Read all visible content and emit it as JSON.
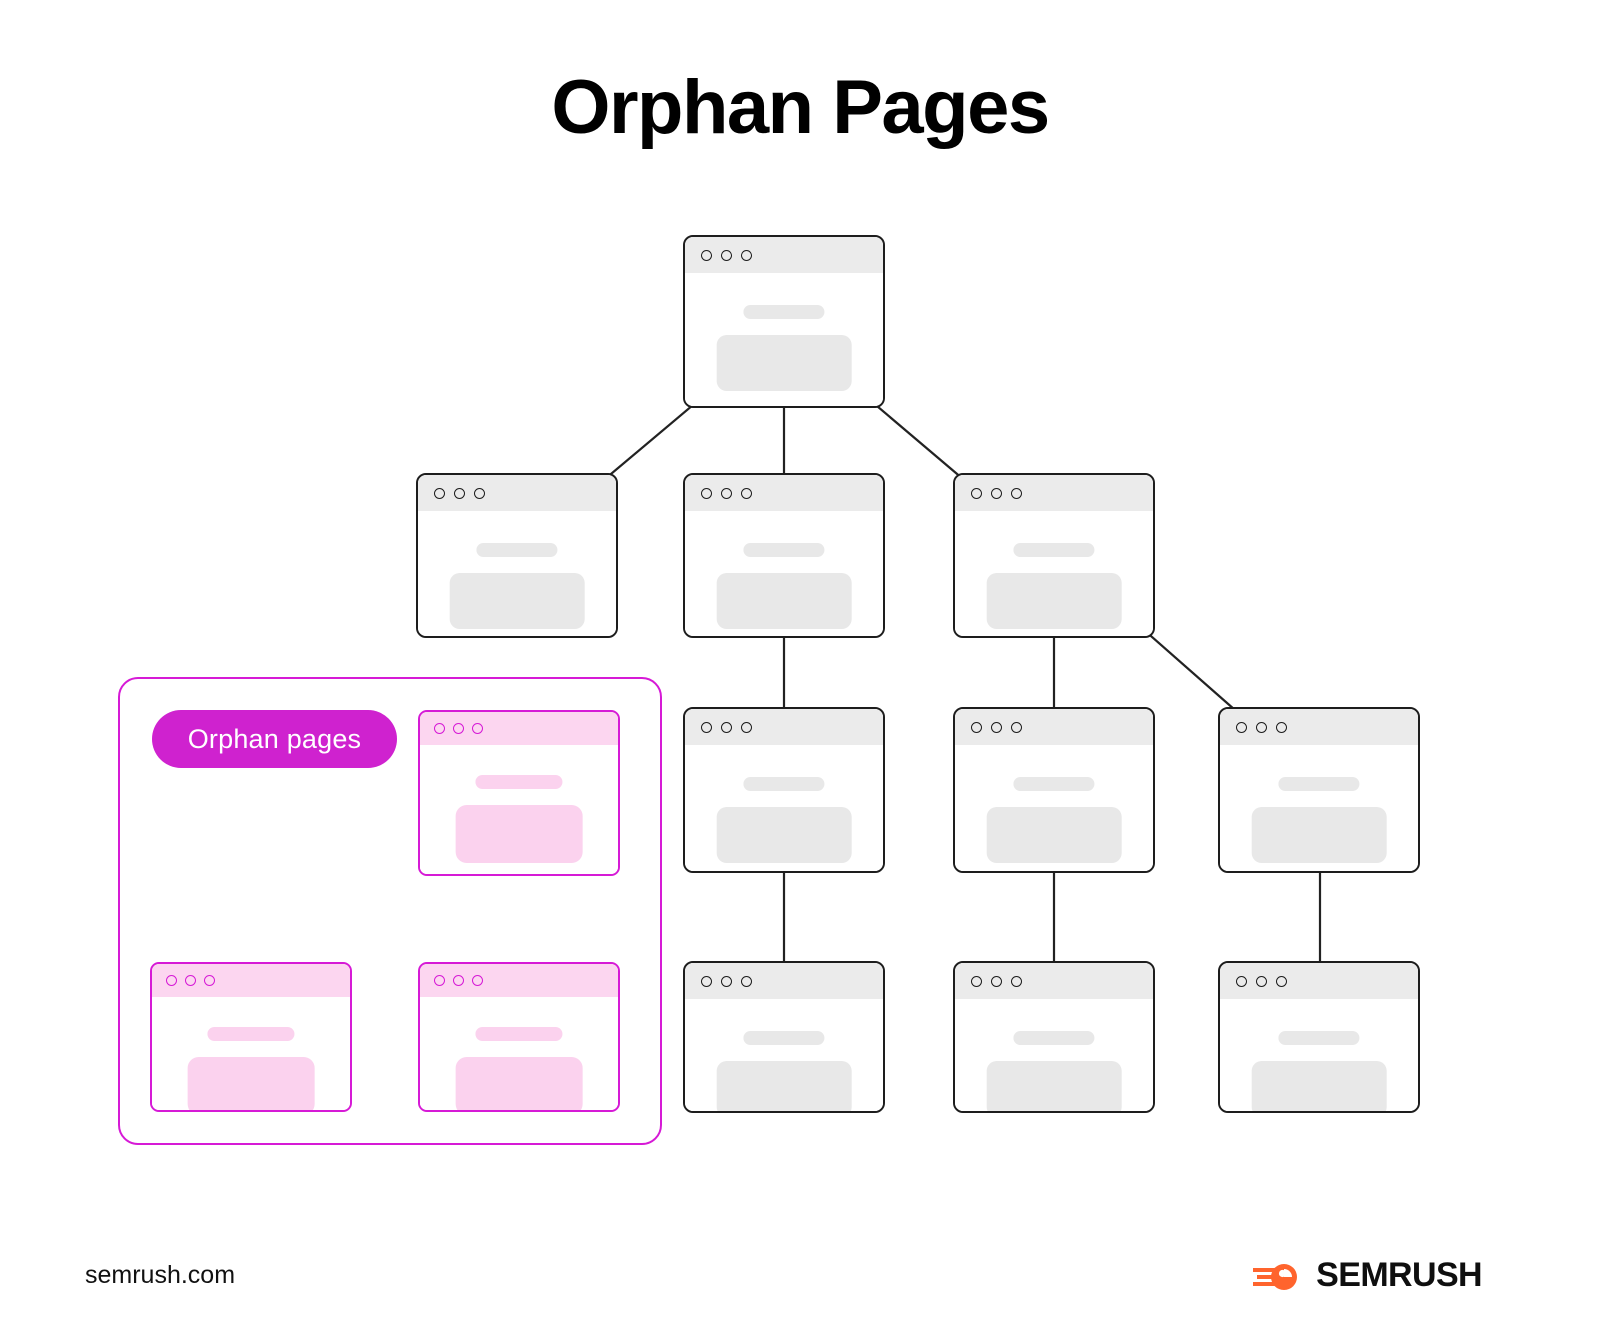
{
  "page": {
    "title": "Orphan Pages",
    "background_color": "#ffffff"
  },
  "colors": {
    "accent_magenta": "#cf22cf",
    "panel_border": "#d61ad6",
    "card_border": "#1d1d1d",
    "titlebar_grey": "#ebebeb",
    "placeholder_grey": "#e8e8e8",
    "titlebar_pink": "#fcd6f0",
    "placeholder_pink": "#fbd2ee",
    "logo_orange": "#ff642d",
    "line_color": "#222222"
  },
  "orphan_panel": {
    "badge_label": "Orphan pages",
    "cards": [
      {
        "id": "orphan-card-1",
        "dots": 3
      },
      {
        "id": "orphan-card-2",
        "dots": 3
      },
      {
        "id": "orphan-card-3",
        "dots": 3
      }
    ]
  },
  "tree": {
    "nodes": [
      {
        "id": "root",
        "level": 1,
        "column": "center",
        "dots": 3
      },
      {
        "id": "n2-1",
        "level": 2,
        "column": "left",
        "dots": 3
      },
      {
        "id": "n2-2",
        "level": 2,
        "column": "mid",
        "dots": 3
      },
      {
        "id": "n2-3",
        "level": 2,
        "column": "right",
        "dots": 3
      },
      {
        "id": "n3-1",
        "level": 3,
        "column": "mid",
        "dots": 3
      },
      {
        "id": "n3-2",
        "level": 3,
        "column": "right",
        "dots": 3
      },
      {
        "id": "n3-3",
        "level": 3,
        "column": "far",
        "dots": 3
      },
      {
        "id": "n4-1",
        "level": 4,
        "column": "mid",
        "dots": 3
      },
      {
        "id": "n4-2",
        "level": 4,
        "column": "right",
        "dots": 3
      },
      {
        "id": "n4-3",
        "level": 4,
        "column": "far",
        "dots": 3
      }
    ],
    "edges": [
      {
        "from": "root",
        "to": "n2-1"
      },
      {
        "from": "root",
        "to": "n2-2"
      },
      {
        "from": "root",
        "to": "n2-3"
      },
      {
        "from": "n2-2",
        "to": "n3-1"
      },
      {
        "from": "n2-3",
        "to": "n3-2"
      },
      {
        "from": "n2-3",
        "to": "n3-3"
      },
      {
        "from": "n3-1",
        "to": "n4-1"
      },
      {
        "from": "n3-2",
        "to": "n4-2"
      },
      {
        "from": "n3-3",
        "to": "n4-3"
      }
    ]
  },
  "footer": {
    "url": "semrush.com",
    "logo_text": "SEMRUSH"
  }
}
